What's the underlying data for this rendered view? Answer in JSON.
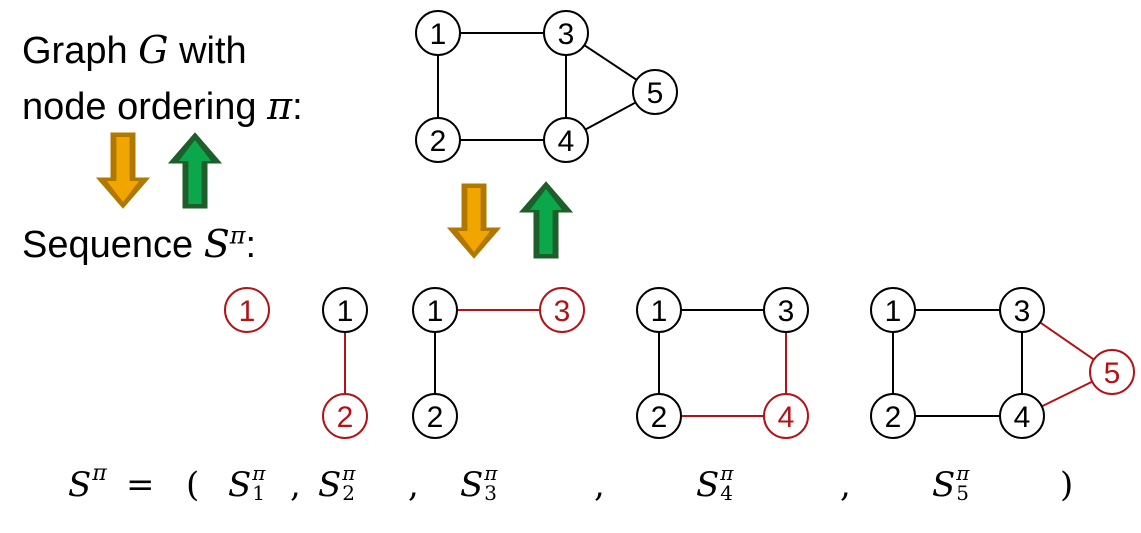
{
  "colors": {
    "black": "#000000",
    "red": "#b31217",
    "orange_fill": "#f0a500",
    "orange_border": "#b07800",
    "green_fill": "#0aa84a",
    "green_border": "#1e5e2a"
  },
  "labels": {
    "graph_line1_prefix": "Graph ",
    "graph_symbol": "G",
    "graph_line1_suffix": " with",
    "graph_line2_prefix": "node ordering ",
    "ordering_symbol": "π",
    "graph_line2_suffix": ":",
    "sequence_prefix": "Sequence ",
    "sequence_symbol": "S",
    "sequence_sup": "π",
    "sequence_suffix": ":"
  },
  "graph": {
    "nodes": [
      "1",
      "2",
      "3",
      "4",
      "5"
    ],
    "edges": [
      [
        "1",
        "3"
      ],
      [
        "1",
        "2"
      ],
      [
        "3",
        "4"
      ],
      [
        "2",
        "4"
      ],
      [
        "3",
        "5"
      ],
      [
        "4",
        "5"
      ]
    ]
  },
  "sequence_steps": [
    {
      "nodes": [
        "1"
      ],
      "new_node": "1",
      "edges": [],
      "new_edges": []
    },
    {
      "nodes": [
        "1",
        "2"
      ],
      "new_node": "2",
      "edges": [],
      "new_edges": [
        [
          "1",
          "2"
        ]
      ]
    },
    {
      "nodes": [
        "1",
        "2",
        "3"
      ],
      "new_node": "3",
      "edges": [
        [
          "1",
          "2"
        ]
      ],
      "new_edges": [
        [
          "1",
          "3"
        ]
      ]
    },
    {
      "nodes": [
        "1",
        "2",
        "3",
        "4"
      ],
      "new_node": "4",
      "edges": [
        [
          "1",
          "2"
        ],
        [
          "1",
          "3"
        ]
      ],
      "new_edges": [
        [
          "3",
          "4"
        ],
        [
          "2",
          "4"
        ]
      ]
    },
    {
      "nodes": [
        "1",
        "2",
        "3",
        "4",
        "5"
      ],
      "new_node": "5",
      "edges": [
        [
          "1",
          "2"
        ],
        [
          "1",
          "3"
        ],
        [
          "3",
          "4"
        ],
        [
          "2",
          "4"
        ]
      ],
      "new_edges": [
        [
          "3",
          "5"
        ],
        [
          "4",
          "5"
        ]
      ]
    }
  ],
  "formula": {
    "lhs": "S",
    "lhs_sup": "π",
    "equals": "=",
    "open_paren": "(",
    "close_paren": ")",
    "comma": ",",
    "terms": [
      {
        "base": "S",
        "sup": "π",
        "sub": "1"
      },
      {
        "base": "S",
        "sup": "π",
        "sub": "2"
      },
      {
        "base": "S",
        "sup": "π",
        "sub": "3"
      },
      {
        "base": "S",
        "sup": "π",
        "sub": "4"
      },
      {
        "base": "S",
        "sup": "π",
        "sub": "5"
      }
    ]
  },
  "arrows": [
    {
      "name": "left-down",
      "direction": "down",
      "meaning": "graph-to-sequence"
    },
    {
      "name": "left-up",
      "direction": "up",
      "meaning": "sequence-to-graph"
    },
    {
      "name": "center-down",
      "direction": "down",
      "meaning": "graph-to-sequence"
    },
    {
      "name": "center-up",
      "direction": "up",
      "meaning": "sequence-to-graph"
    }
  ]
}
